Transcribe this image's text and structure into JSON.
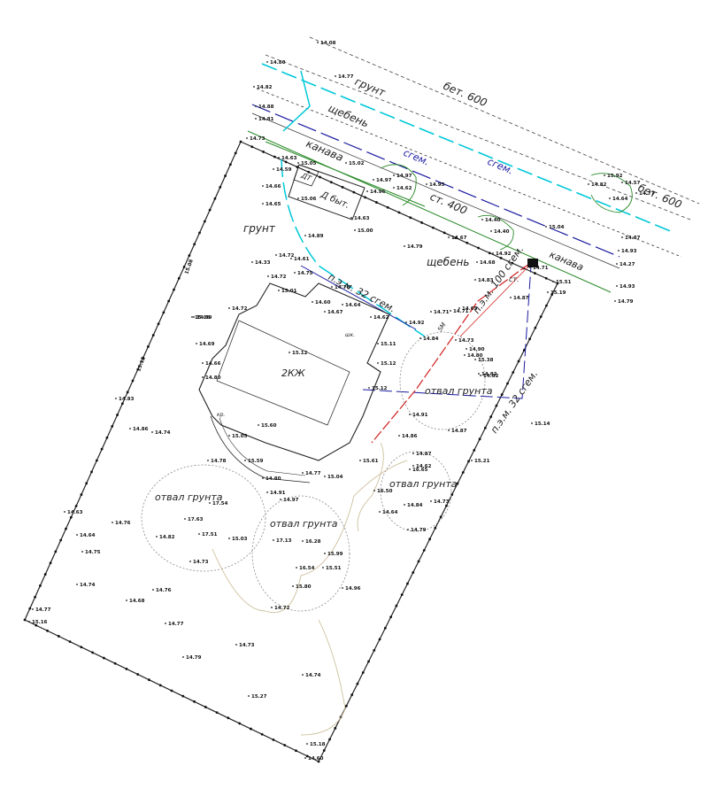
{
  "labels": {
    "ground_top": "грунт",
    "concrete_600_top": "бет. 600",
    "gravel_top": "щебень",
    "ditch_top": "канава",
    "sewer_top": "сгем.",
    "steel_400": "ст. 400",
    "shed": "Д быт.",
    "shed_short": "ДТ",
    "ground_left": "грунт",
    "gravel_right": "щебень",
    "pipe_pnd32": "п.э.м. 32 сгем.",
    "pipe_pnd100": "п.э.м. 100 сгем.",
    "pipe_st": "ст.",
    "ditch_right": "канава",
    "concrete_600_right": "бет. 600",
    "house": "2КЖ",
    "spoil_a": "отвал грунта",
    "spoil_b": "отвал грунта",
    "spoil_c": "отвал грунта",
    "spoil_d": "отвал грунта",
    "pipe_pnd32_b": "п.э.м. 32 сгем.",
    "porch": "кр.",
    "door_hatch": "шк.",
    "pipe_code": "5М",
    "fence_len_left": "15.12",
    "fence_len_top": "15.08"
  },
  "spot_elevations": [
    "14.08",
    "14.80",
    "14.77",
    "14.82",
    "14.88",
    "14.81",
    "14.73",
    "14.63",
    "14.59",
    "15.05",
    "15.02",
    "15.06",
    "14.66",
    "14.96",
    "14.97",
    "14.65",
    "14.63",
    "14.62",
    "14.97",
    "14.40",
    "14.40",
    "14.95",
    "15.00",
    "14.89",
    "14.79",
    "14.67",
    "15.04",
    "14.92",
    "14.68",
    "14.72",
    "14.33",
    "14.61",
    "14.75",
    "14.78",
    "14.67",
    "14.72",
    "14.60",
    "14.64",
    "15.01",
    "15.11",
    "14.92",
    "14.84",
    "14.71",
    "14.73",
    "14.69",
    "14.90",
    "14.82",
    "15.12",
    "15.12",
    "15.38",
    "14.91",
    "14.86",
    "14.72",
    "14.71",
    "14.83",
    "14.74",
    "14.86",
    "15.05",
    "15.60",
    "15.59",
    "14.78",
    "14.77",
    "15.04",
    "14.80",
    "14.91",
    "14.97",
    "17.54",
    "17.63",
    "17.51",
    "14.82",
    "15.03",
    "17.13",
    "16.28",
    "15.99",
    "15.51",
    "16.54",
    "15.80",
    "14.73",
    "14.76",
    "14.75",
    "14.74",
    "14.68",
    "14.76",
    "14.96",
    "14.72",
    "14.73",
    "14.74",
    "14.79",
    "14.77",
    "14.64",
    "15.61",
    "14.62",
    "16.50",
    "14.84",
    "14.79",
    "14.73",
    "16.65",
    "14.87",
    "14.87",
    "15.21",
    "14.83",
    "14.66",
    "14.80",
    "15.14",
    "15.16",
    "15.27",
    "14.60",
    "15.18",
    "14.63",
    "14.77",
    "14.64",
    "15.92",
    "14.57",
    "14.77",
    "14.64",
    "14.82",
    "14.87",
    "14.93",
    "14.27",
    "14.93",
    "14.79",
    "15.19",
    "15.51",
    "14.69",
    "14.62",
    "14.71",
    "14.87",
    "14.82",
    "14.80",
    "14.65",
    "15.08",
    "15.12"
  ],
  "colors": {
    "concrete": "#00c8d8",
    "sewer_blue": "#1a1aa0",
    "ditch_green": "#2a8a2a",
    "pipe_red": "#d02020",
    "spoil_outline": "#c8b890",
    "fence": "#222222"
  }
}
